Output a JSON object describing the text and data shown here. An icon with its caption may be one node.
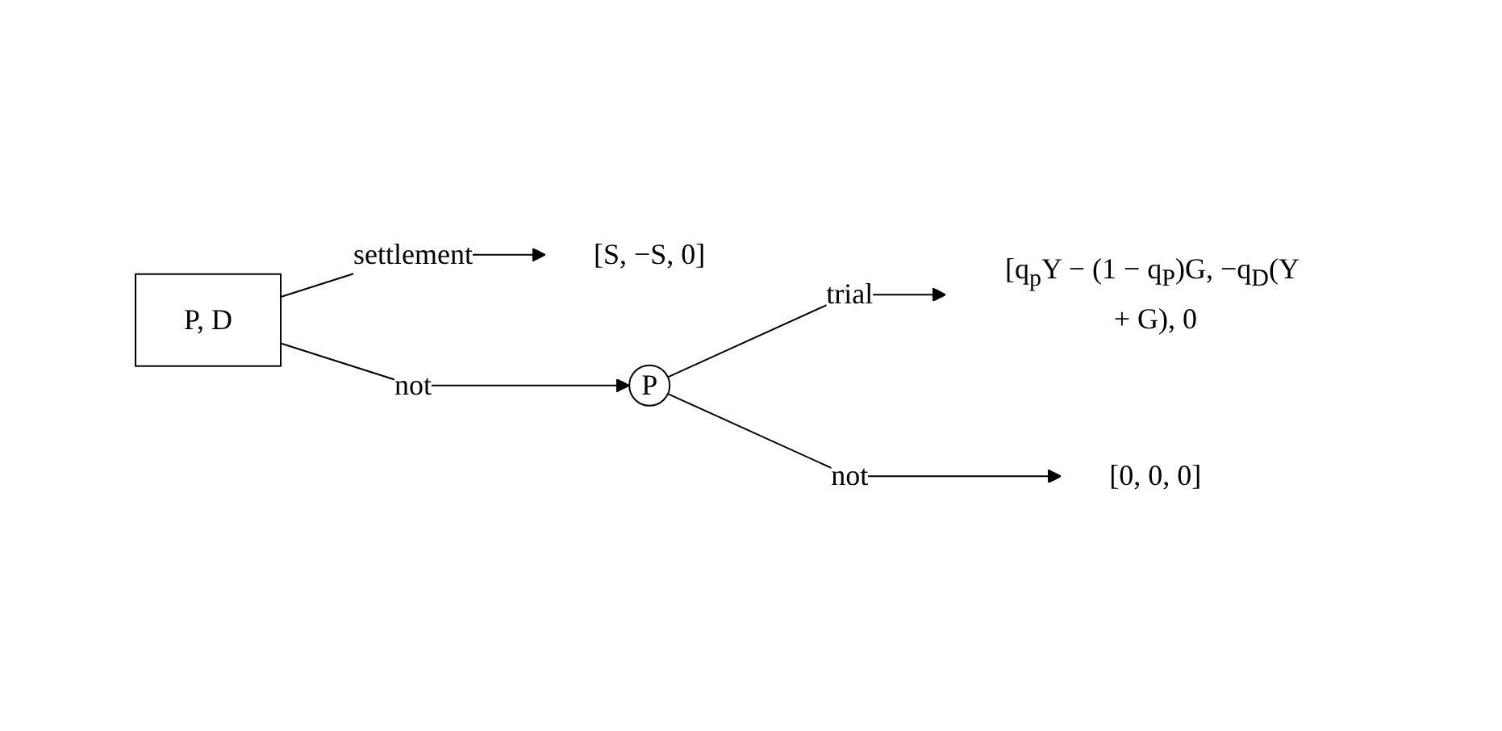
{
  "diagram": {
    "nodes": [
      {
        "text": [
          "P, D"
        ]
      },
      {
        "text": [
          "[S, −S, 0]"
        ]
      },
      {
        "text": [
          "P"
        ]
      },
      {
        "text": [
          "[q$_{p}$Y − (1 − q$_{P}$)G, −q$_{D}$(Y + G), 0"
        ]
      },
      {
        "text": [
          "[0, 0, 0]"
        ]
      }
    ],
    "edges": [
      {
        "from": 0,
        "to": 1,
        "arrow": "to",
        "label": "settlement"
      },
      {
        "from": 0,
        "to": 2,
        "arrow": "to",
        "label": "not"
      },
      {
        "from": 2,
        "to": 3,
        "arrow": "to",
        "label": "trial"
      },
      {
        "from": 2,
        "to": 4,
        "arrow": "to",
        "label": "not"
      }
    ]
  }
}
